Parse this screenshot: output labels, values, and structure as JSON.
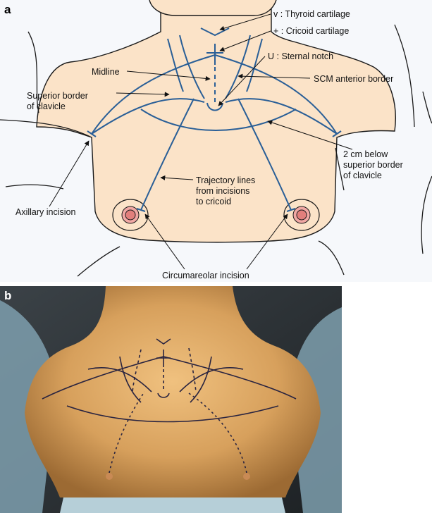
{
  "panels": {
    "a": {
      "label": "a"
    },
    "b": {
      "label": "b"
    }
  },
  "annotations": {
    "thyroid": "v : Thyroid cartilage",
    "cricoid": "+ : Cricoid cartilage",
    "sternal_notch": "U : Sternal notch",
    "midline": "Midline",
    "scm": "SCM anterior border",
    "sup_border_1": "Superior border",
    "sup_border_2": "of clavicle",
    "two_cm_1": "2 cm below",
    "two_cm_2": "superior border",
    "two_cm_3": "of clavicle",
    "trajectory_1": "Trajectory lines",
    "trajectory_2": "from incisions",
    "trajectory_3": "to cricoid",
    "axillary": "Axillary incision",
    "circumareolar": "Circumareolar incision"
  },
  "colors": {
    "skin": "#fbe3c8",
    "outline": "#1a1a1a",
    "marker": "#2a5f97",
    "areola": "#f1a8a4",
    "nipple": "#e27f7c",
    "photo_skin": "#d7a05c",
    "photo_bg": "#2a2f33",
    "drape": "#8fb1bf"
  }
}
